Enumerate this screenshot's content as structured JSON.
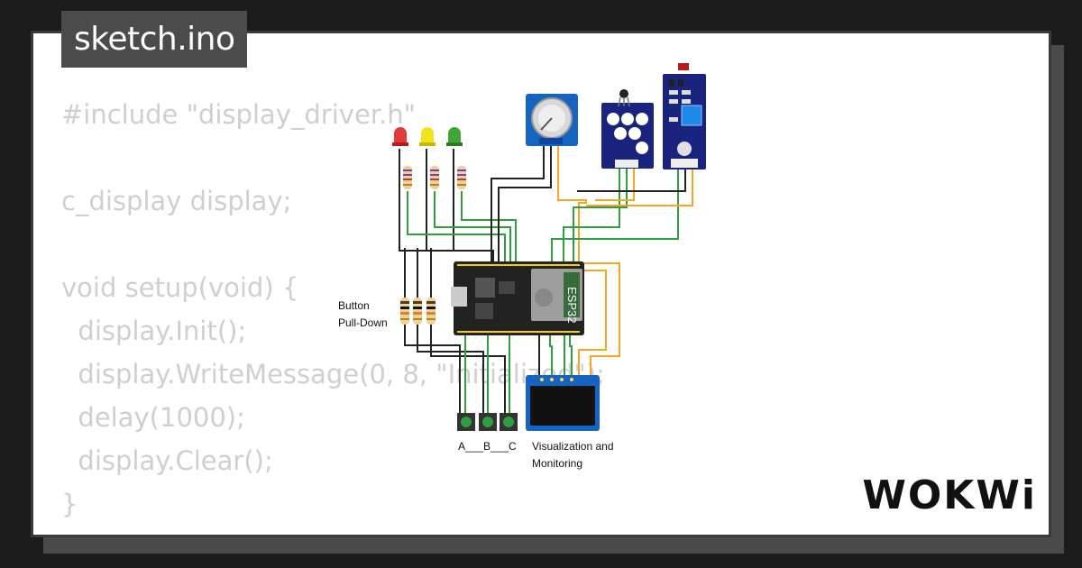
{
  "header": {
    "filename": "sketch.ino"
  },
  "code_lines": [
    "#include \"display_driver.h\"",
    "",
    "c_display display;",
    "",
    "void setup(void) {",
    "  display.Init();",
    "  display.WriteMessage(0, 8, \"Initialized\");",
    "  delay(1000);",
    "  display.Clear();",
    "}"
  ],
  "circuit": {
    "mcu_label": "ESP32",
    "button_label_line1": "Button",
    "button_label_line2": "Pull-Down",
    "buttons_label": "A___B___C",
    "display_label_line1": "Visualization and",
    "display_label_line2": "Monitoring",
    "led_colors": [
      "#e53935",
      "#f2e41c",
      "#3fa535"
    ]
  },
  "brand": {
    "logo": "WOKWi"
  },
  "colors": {
    "background": "#1c1c1c",
    "card": "#ffffff",
    "tab": "#4b4b4b",
    "code": "#cfcfcf",
    "wire_green": "#2e9e3e",
    "wire_orange": "#f5a623",
    "wire_black": "#222222"
  }
}
